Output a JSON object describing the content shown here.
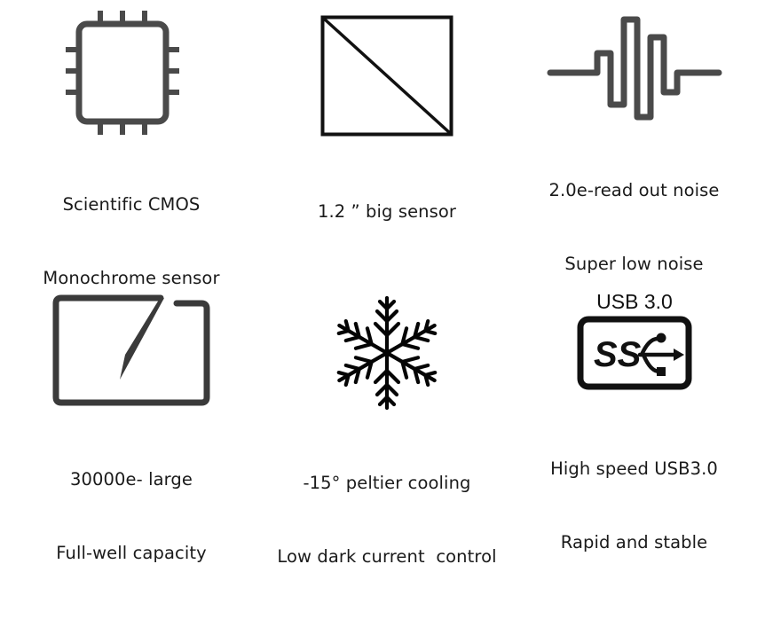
{
  "page": {
    "background_color": "#ffffff",
    "text_color": "#1a1a1a",
    "icon_gray": "#4a4a4a",
    "icon_black": "#111111"
  },
  "features": [
    {
      "id": "scientific-cmos",
      "icon": "cmos-chip-icon",
      "line1": "Scientific CMOS",
      "line2": "Monochrome sensor"
    },
    {
      "id": "big-sensor",
      "icon": "sensor-square-diagonal-icon",
      "line1": "1.2 ” big sensor",
      "line2": ""
    },
    {
      "id": "read-out-noise",
      "icon": "waveform-noise-icon",
      "line1": "2.0e-read out noise",
      "line2": "Super low noise"
    },
    {
      "id": "full-well-capacity",
      "icon": "full-well-bucket-icon",
      "line1": "30000e- large",
      "line2": "Full-well capacity"
    },
    {
      "id": "peltier-cooling",
      "icon": "snowflake-icon",
      "line1": "-15° peltier cooling",
      "line2": "Low dark current  control"
    },
    {
      "id": "usb3-interface",
      "icon": "usb-superspeed-icon",
      "line1": "High speed USB3.0",
      "line2": "Rapid and stable",
      "badge_label": "USB 3.0",
      "logo_text": "SS"
    }
  ]
}
